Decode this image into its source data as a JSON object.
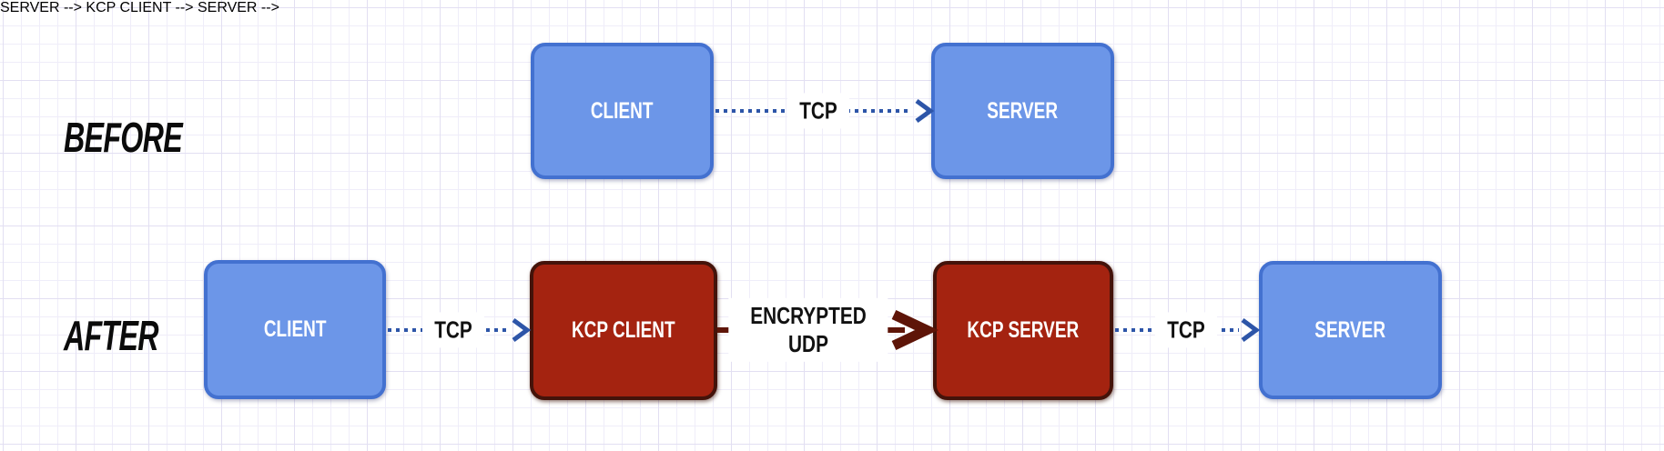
{
  "rows": {
    "before": {
      "label": "BEFORE",
      "nodes": {
        "client": "CLIENT",
        "server": "SERVER"
      },
      "links": {
        "tcp": "TCP"
      }
    },
    "after": {
      "label": "AFTER",
      "nodes": {
        "client": "CLIENT",
        "kcp_client": "KCP CLIENT",
        "kcp_server": "KCP SERVER",
        "server": "SERVER"
      },
      "links": {
        "tcp_left": "TCP",
        "udp_line1": "ENCRYPTED",
        "udp_line2": "UDP",
        "tcp_right": "TCP"
      }
    }
  },
  "colors": {
    "background": "#ffffff",
    "grid_minor": "#efedf9",
    "grid_major": "#e2dff2",
    "box_blue_fill": "#6c96e8",
    "box_blue_border": "#4371d0",
    "box_red_fill": "#a42310",
    "box_red_border": "#44130a",
    "arrow_blue": "#2d55a8",
    "arrow_maroon": "#5e1508",
    "node_text": "#ffffff",
    "label_text": "#111111"
  }
}
